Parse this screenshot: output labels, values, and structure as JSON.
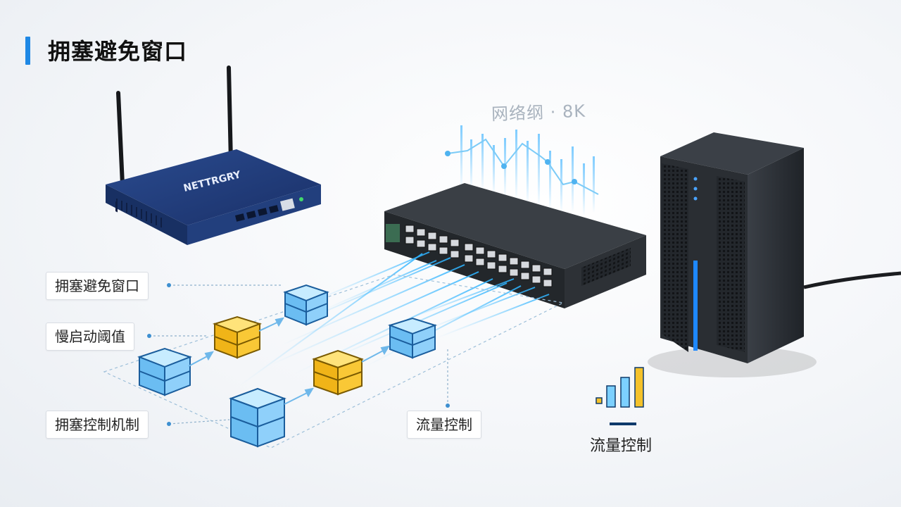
{
  "title": "拥塞避免窗口",
  "labels": {
    "cwnd": "拥塞避免窗口",
    "ssthresh": "慢启动阈值",
    "congestion_control": "拥塞控制机制",
    "flow_control_box": "流量控制",
    "flow_control_caption": "流量控制"
  },
  "chart_caption": "网络纲 · 8K",
  "router": {
    "brand": "NETTRGRY"
  },
  "colors": {
    "accent": "#1e88e5",
    "packet_blue": "#7cc8f5",
    "packet_yellow": "#f5c22a",
    "router_blue": "#1f3b78",
    "switch_dark": "#2a2e33",
    "server_dark": "#2b2f35",
    "server_led": "#1e88ff"
  },
  "packets": [
    {
      "color": "blue"
    },
    {
      "color": "yellow"
    },
    {
      "color": "blue"
    },
    {
      "color": "blue"
    },
    {
      "color": "yellow"
    },
    {
      "color": "blue"
    }
  ],
  "icons": [
    "flow-control-bars-icon"
  ]
}
